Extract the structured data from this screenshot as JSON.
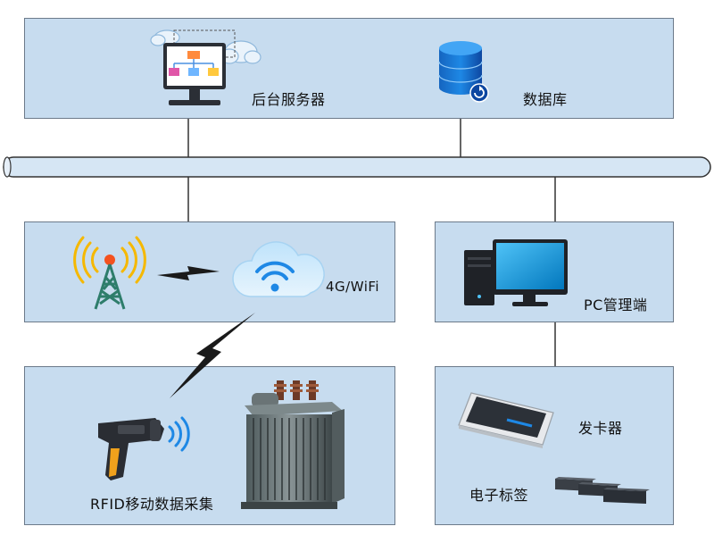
{
  "server": {
    "label": "后台服务器"
  },
  "database": {
    "label": "数据库"
  },
  "network": {
    "label": "4G/WiFi"
  },
  "pc": {
    "label": "PC管理端"
  },
  "rfid": {
    "label": "RFID移动数据采集"
  },
  "card_issuer": {
    "label": "发卡器"
  },
  "tags": {
    "label": "电子标签"
  },
  "colors": {
    "panel_fill": "#c7dcef",
    "panel_border": "#6c7a8a",
    "bus_fill": "#d6e6f4",
    "connector": "#333333",
    "accent_blue": "#1e88e5"
  }
}
